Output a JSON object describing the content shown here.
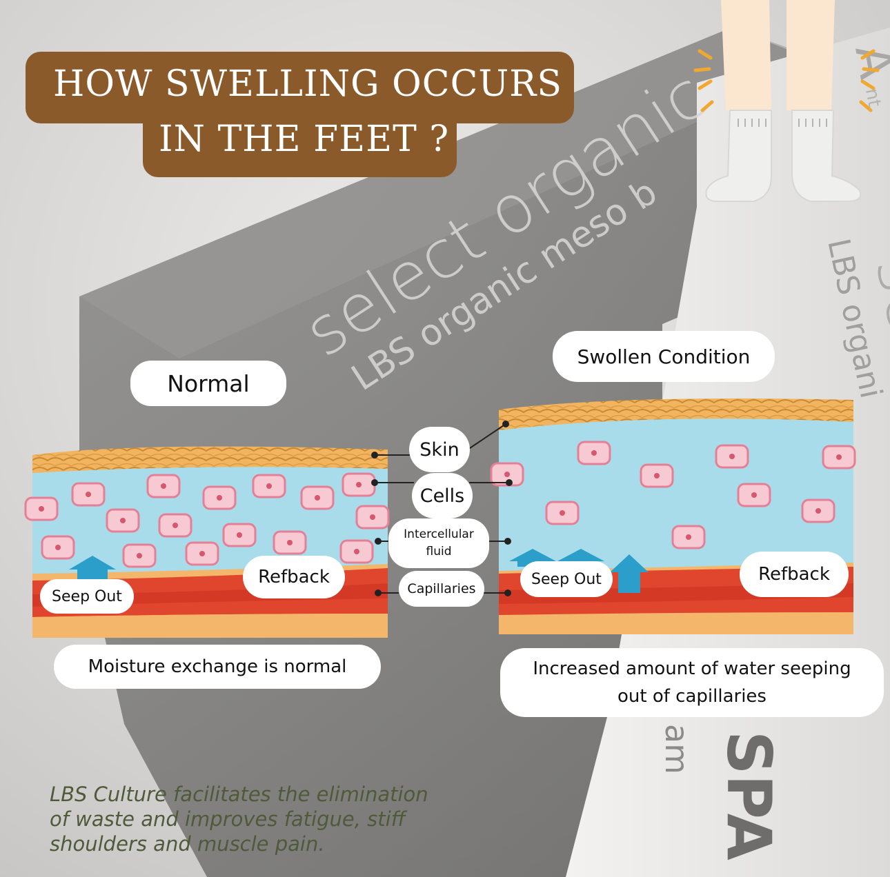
{
  "title": {
    "line1": "HOW SWELLING OCCURS",
    "line2": "IN THE FEET ?"
  },
  "background": {
    "brand": "select organic",
    "product_line": "LBS organic meso b",
    "tube_brand": "select",
    "tube_line": "LBS organi",
    "tube_suffix": "am",
    "tube_spa": "SPA",
    "box_right_text": "A",
    "box_right_small": "nt"
  },
  "panels": {
    "normal": {
      "label": "Normal",
      "seep_out": "Seep Out",
      "refback": "Refback",
      "caption": "Moisture exchange is normal"
    },
    "swollen": {
      "label": "Swollen Condition",
      "seep_out": "Seep Out",
      "refback": "Refback",
      "caption_line1": "Increased amount of water seeping",
      "caption_line2": "out of capillaries"
    }
  },
  "legend": {
    "skin": "Skin",
    "cells": "Cells",
    "intercellular_line1": "Intercellular",
    "intercellular_line2": "fluid",
    "capillaries": "Capillaries"
  },
  "footer": {
    "line1": "LBS Culture facilitates the elimination",
    "line2": "of waste and improves fatigue, stiff",
    "line3": "shoulders and muscle pain."
  },
  "colors": {
    "title_bg": "#8a5a2b",
    "skin": "#f2b45e",
    "fluid": "#a9dcea",
    "cell_fill": "#f7c9d2",
    "capillary": "#e0452e",
    "arrow": "#2b9fc9",
    "footer_text": "#4e5a3a"
  },
  "icons": [
    "swollen-legs-icon",
    "seep-out-arrow-icon",
    "cell-icon"
  ]
}
